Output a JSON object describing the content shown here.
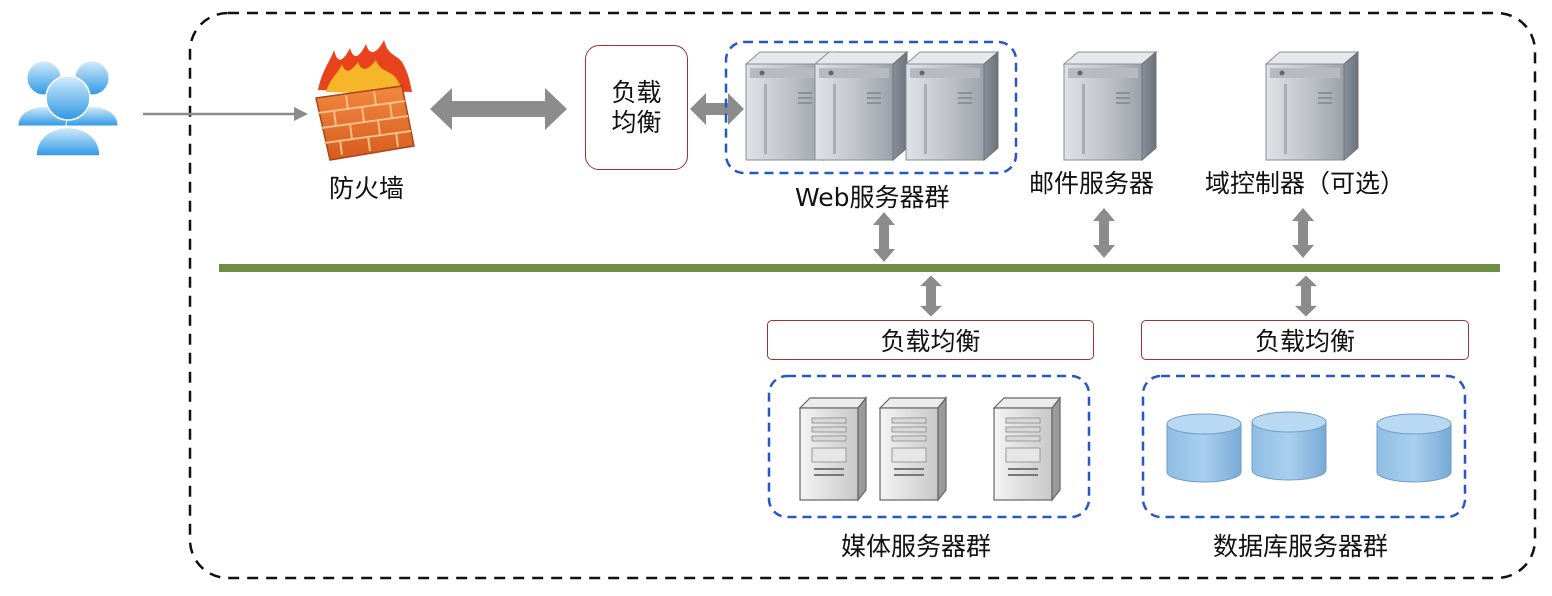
{
  "labels": {
    "firewall": "防火墙",
    "lb_front_line1": "负载",
    "lb_front_line2": "均衡",
    "web_cluster": "Web服务器群",
    "mail_server": "邮件服务器",
    "domain_controller": "域控制器（可选）",
    "lb_media": "负载均衡",
    "lb_db": "负载均衡",
    "media_cluster": "媒体服务器群",
    "db_cluster": "数据库服务器群"
  },
  "colors": {
    "network_bus": "#6f8f45",
    "cluster_border": "#2956c6",
    "lb_border": "#a3332e",
    "arrow": "#888888",
    "outer_border": "#111111"
  },
  "icons": {
    "users": "users-icon",
    "firewall": "firewall-icon",
    "server": "server-tower-icon",
    "pc_server": "pc-server-icon",
    "database": "database-icon"
  }
}
